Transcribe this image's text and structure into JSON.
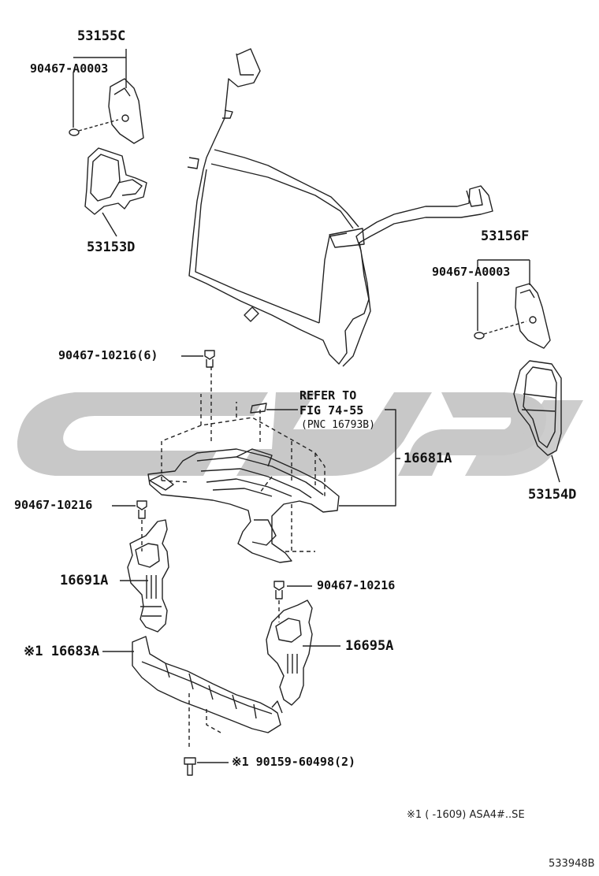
{
  "labels": {
    "p53155C": "53155C",
    "p90467_A0003_left": "90467-A0003",
    "p53153D": "53153D",
    "p53156F": "53156F",
    "p90467_A0003_right": "90467-A0003",
    "p53154D": "53154D",
    "p90467_10216_6": "90467-10216(6)",
    "refer_line1": "REFER TO",
    "refer_line2": "FIG 74-55",
    "refer_pnc": "(PNC 16793B)",
    "p16681A": "16681A",
    "p90467_10216_left": "90467-10216",
    "p16691A": "16691A",
    "p90467_10216_right": "90467-10216",
    "p16695A": "16695A",
    "p16683A": "※1 16683A",
    "p90159_60498": "※1 90159-60498(2)",
    "footnote": "※1 (      -1609) ASA4#..SE",
    "diagram_id": "533948B"
  },
  "colors": {
    "line": "#222222",
    "watermark": "#c8c8c8",
    "fill": "#ffffff"
  }
}
